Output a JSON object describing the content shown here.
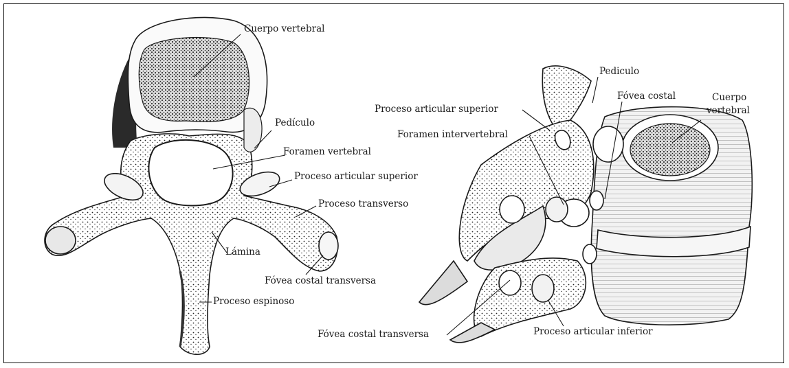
{
  "figure": {
    "superior_view": {
      "labels": {
        "cuerpo_vertebral": "Cuerpo vertebral",
        "pediculo": "Pedículo",
        "foramen_vertebral": "Foramen vertebral",
        "proceso_articular_superior": "Proceso articular superior",
        "proceso_transverso": "Proceso transverso",
        "lamina": "Lámina",
        "fovea_costal_transversa": "Fóvea costal transversa",
        "proceso_espinoso": "Proceso espinoso"
      }
    },
    "lateral_view": {
      "labels": {
        "pediculo": "Pediculo",
        "fovea_costal": "Fóvea costal",
        "cuerpo": "Cuerpo",
        "vertebral": "vertebral",
        "proceso_articular_superior": "Proceso articular superior",
        "foramen_intervertebral": "Foramen intervertebral",
        "fovea_costal_transversa": "Fóvea costal transversa",
        "proceso_articular_inferior": "Proceso articular inferior"
      }
    },
    "colors": {
      "ink": "#1a1a1a",
      "paper": "#ffffff",
      "shade": "#3a3a3a"
    }
  }
}
